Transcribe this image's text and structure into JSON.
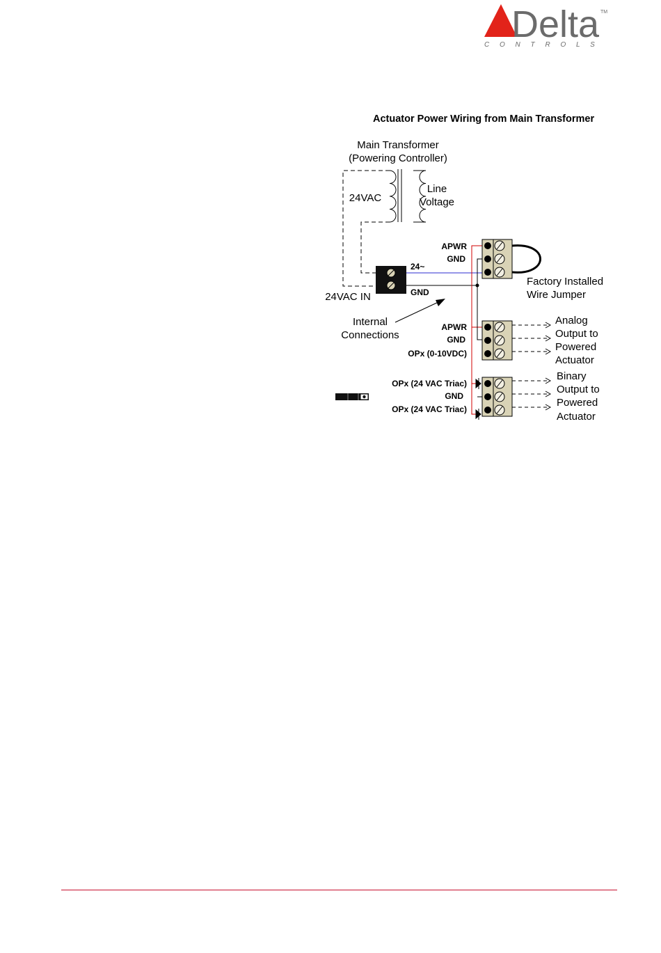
{
  "logo": {
    "wordmark": "Delta",
    "sub": "C O N T R O L S",
    "tm": "TM",
    "brand_color": "#e2231a"
  },
  "diagram": {
    "title": "Actuator Power Wiring from Main Transformer",
    "transformer_label_1": "Main Transformer",
    "transformer_label_2": "(Powering Controller)",
    "primary_label": "24VAC",
    "line_label_1": "Line",
    "line_label_2": "Voltage",
    "input_label": "24VAC IN",
    "wire_24": "24~",
    "wire_gnd": "GND",
    "internal_1": "Internal",
    "internal_2": "Connections",
    "block1": {
      "pin1": "APWR",
      "pin2": "GND"
    },
    "jumper_1": "Factory Installed",
    "jumper_2": "Wire Jumper",
    "block2": {
      "pin1": "APWR",
      "pin2": "GND",
      "pin3": "OPx (0-10VDC)"
    },
    "analog_1": "Analog",
    "analog_2": "Output to",
    "analog_3": "Powered",
    "analog_4": "Actuator",
    "block3": {
      "pin1": "OPx (24 VAC Triac)",
      "pin2": "GND",
      "pin3": "OPx (24 VAC Triac)"
    },
    "binary_1": "Binary",
    "binary_2": "Output to",
    "binary_3": "Powered",
    "binary_4": "Actuator",
    "colors": {
      "apwr_wire": "#d00000",
      "signal_wire": "#2b2bd0",
      "terminal": "#d9d3b6"
    }
  }
}
